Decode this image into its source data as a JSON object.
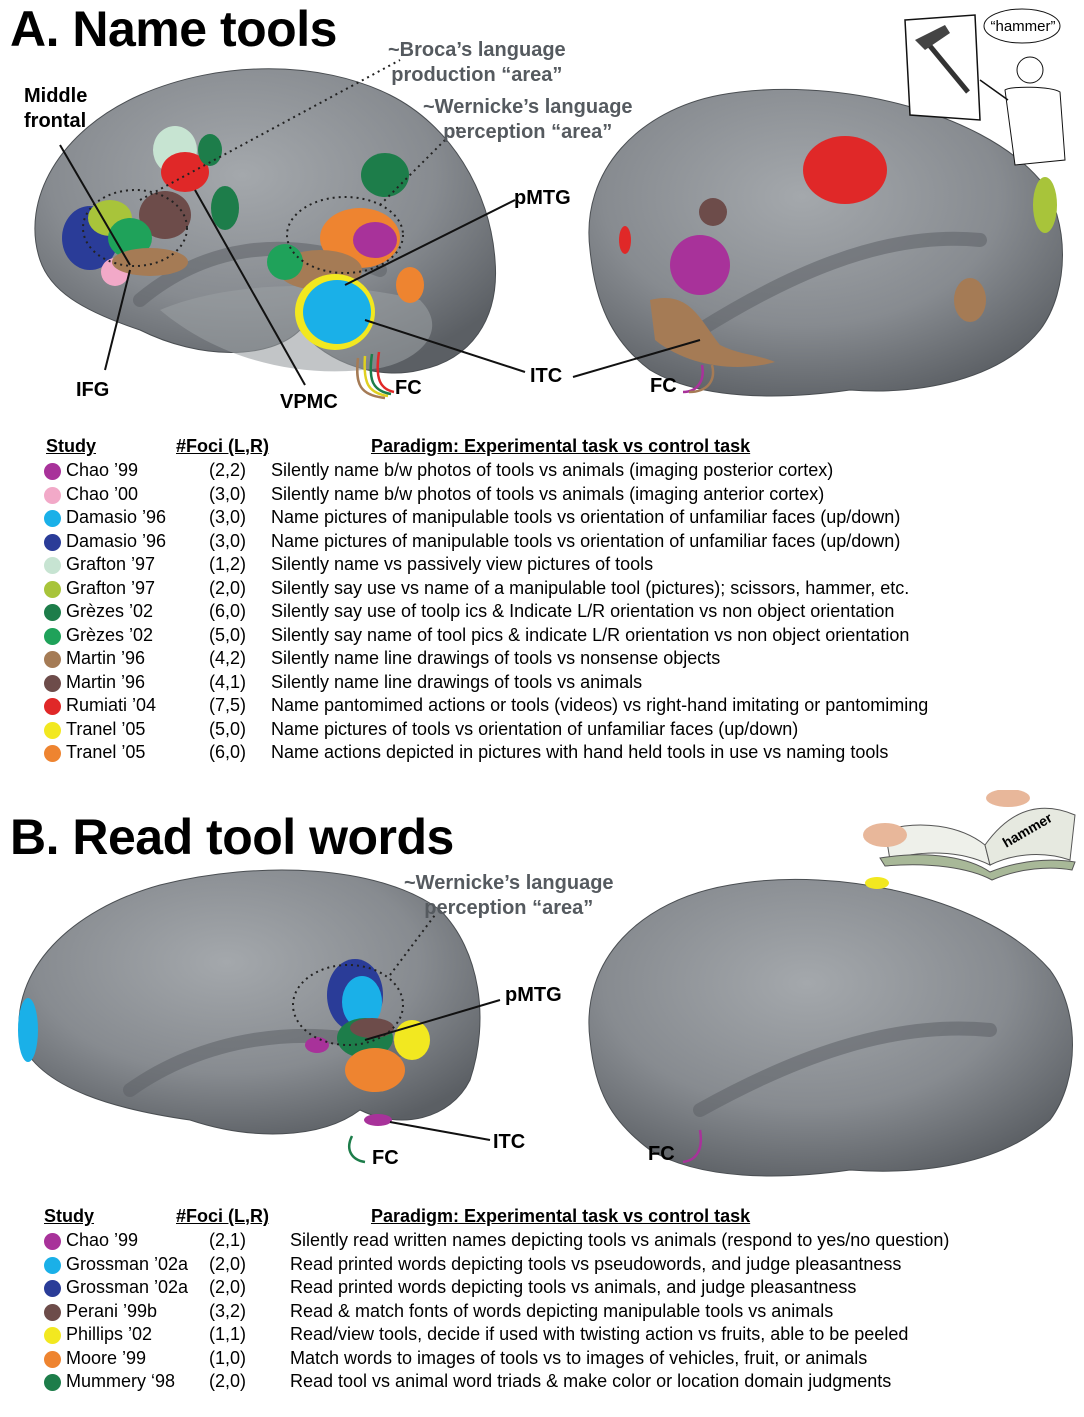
{
  "colors": {
    "brain_fill": "#8a8e92",
    "brain_dark": "#5d6166",
    "magenta": "#a8329a",
    "pink": "#f2a9c8",
    "cyan": "#1ab0e8",
    "navy": "#2a3c98",
    "mint": "#c7e4d2",
    "lime": "#a8c43a",
    "green_dark": "#1d7d4a",
    "green": "#1fa25a",
    "tan": "#a57b55",
    "brown": "#6d4c4a",
    "red": "#e02828",
    "yellow": "#f2e820",
    "orange": "#ee8430",
    "callout_grey": "#555a5f"
  },
  "panel_a": {
    "title": "A. Name tools",
    "labels": {
      "broca": [
        "~Broca’s language",
        "production “area”"
      ],
      "wernicke": [
        "~Wernicke’s language",
        "perception “area”"
      ],
      "middle_frontal": [
        "Middle",
        "frontal"
      ],
      "pmtg": "pMTG",
      "ifg": "IFG",
      "vpmc": "VPMC",
      "fc_left": "FC",
      "itc": "ITC",
      "fc_right": "FC"
    },
    "speech_bubble": "“hammer”",
    "legend": {
      "header": {
        "study": "Study",
        "foci": "#Foci (L,R)",
        "paradigm": "Paradigm: Experimental task vs control task"
      },
      "rows": [
        {
          "color": "#a8329a",
          "study": "Chao ’99",
          "foci": "(2,2)",
          "desc": "Silently name b/w photos of tools vs animals (imaging posterior cortex)"
        },
        {
          "color": "#f2a9c8",
          "study": "Chao ’00",
          "foci": "(3,0)",
          "desc": "Silently name b/w photos of tools vs animals (imaging anterior cortex)"
        },
        {
          "color": "#1ab0e8",
          "study": "Damasio ’96",
          "foci": "(3,0)",
          "desc": "Name pictures of manipulable tools vs orientation of unfamiliar faces (up/down)"
        },
        {
          "color": "#2a3c98",
          "study": "Damasio ’96",
          "foci": "(3,0)",
          "desc": "Name pictures of manipulable tools vs orientation of unfamiliar faces (up/down)"
        },
        {
          "color": "#c7e4d2",
          "study": "Grafton ’97",
          "foci": "(1,2)",
          "desc": "Silently name vs passively view pictures of tools"
        },
        {
          "color": "#a8c43a",
          "study": "Grafton ’97",
          "foci": "(2,0)",
          "desc": "Silently say use vs name of a manipulable tool (pictures); scissors, hammer, etc."
        },
        {
          "color": "#1d7d4a",
          "study": "Grèzes ’02",
          "foci": "(6,0)",
          "desc": "Silently say use of toolp ics & Indicate L/R orientation vs non object orientation"
        },
        {
          "color": "#1fa25a",
          "study": "Grèzes ’02",
          "foci": "(5,0)",
          "desc": "Silently say name of tool pics & indicate L/R orientation vs non object orientation"
        },
        {
          "color": "#a57b55",
          "study": "Martin ’96",
          "foci": "(4,2)",
          "desc": "Silently name line drawings of tools vs nonsense objects"
        },
        {
          "color": "#6d4c4a",
          "study": "Martin ’96",
          "foci": "(4,1)",
          "desc": "Silently name line drawings of tools vs animals"
        },
        {
          "color": "#e02828",
          "study": "Rumiati ’04",
          "foci": "(7,5)",
          "desc": "Name pantomimed actions or tools (videos) vs right-hand imitating or pantomiming"
        },
        {
          "color": "#f2e820",
          "study": "Tranel ’05",
          "foci": "(5,0)",
          "desc": "Name pictures of tools vs orientation of unfamiliar faces (up/down)"
        },
        {
          "color": "#ee8430",
          "study": "Tranel ’05",
          "foci": "(6,0)",
          "desc": "Name actions depicted in pictures with hand held tools in use vs naming tools"
        }
      ]
    }
  },
  "panel_b": {
    "title": "B. Read tool words",
    "labels": {
      "wernicke": [
        "~Wernicke’s language",
        "perception “area”"
      ],
      "pmtg": "pMTG",
      "itc": "ITC",
      "fc_left": "FC",
      "fc_right": "FC"
    },
    "book_word": "hammer",
    "legend": {
      "header": {
        "study": "Study",
        "foci": "#Foci (L,R)",
        "paradigm": "Paradigm: Experimental task vs control task"
      },
      "rows": [
        {
          "color": "#a8329a",
          "study": "Chao ’99",
          "foci": "(2,1)",
          "desc": "Silently read written names depicting tools vs animals (respond to yes/no question)"
        },
        {
          "color": "#1ab0e8",
          "study": "Grossman ’02a",
          "foci": "(2,0)",
          "desc": "Read printed words depicting tools vs pseudowords, and judge pleasantness"
        },
        {
          "color": "#2a3c98",
          "study": "Grossman ’02a",
          "foci": "(2,0)",
          "desc": "Read printed words depicting tools vs animals, and judge pleasantness"
        },
        {
          "color": "#6d4c4a",
          "study": "Perani ’99b",
          "foci": "(3,2)",
          "desc": "Read & match fonts of words depicting manipulable tools vs animals"
        },
        {
          "color": "#f2e820",
          "study": "Phillips ’02",
          "foci": "(1,1)",
          "desc": "Read/view tools, decide if used with twisting action vs fruits, able to be peeled"
        },
        {
          "color": "#ee8430",
          "study": "Moore ’99",
          "foci": "(1,0)",
          "desc": "Match words to images of tools vs to images of vehicles, fruit, or animals"
        },
        {
          "color": "#1d7d4a",
          "study": "Mummery ‘98",
          "foci": "(2,0)",
          "desc": "Read tool vs animal word triads & make color or location domain judgments"
        }
      ]
    }
  }
}
